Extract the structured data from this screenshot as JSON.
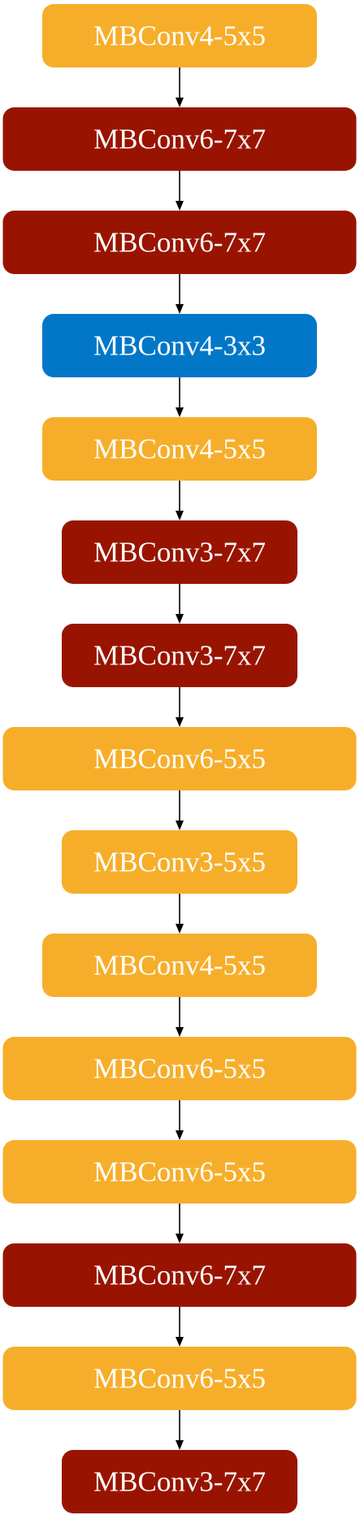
{
  "diagram": {
    "type": "flowchart",
    "colors": {
      "red": "#991400",
      "yellow": "#f6ae2a",
      "blue": "#0277c8",
      "edge": "#000000",
      "text": "#ffffff"
    },
    "nodes": [
      {
        "id": "n1",
        "label": "MBConv4-5x5",
        "color": "yellow"
      },
      {
        "id": "n2",
        "label": "MBConv6-7x7",
        "color": "red"
      },
      {
        "id": "n3",
        "label": "MBConv6-7x7",
        "color": "red"
      },
      {
        "id": "n4",
        "label": "MBConv4-3x3",
        "color": "blue"
      },
      {
        "id": "n5",
        "label": "MBConv4-5x5",
        "color": "yellow"
      },
      {
        "id": "n6",
        "label": "MBConv3-7x7",
        "color": "red"
      },
      {
        "id": "n7",
        "label": "MBConv3-7x7",
        "color": "red"
      },
      {
        "id": "n8",
        "label": "MBConv6-5x5",
        "color": "yellow"
      },
      {
        "id": "n9",
        "label": "MBConv3-5x5",
        "color": "yellow"
      },
      {
        "id": "n10",
        "label": "MBConv4-5x5",
        "color": "yellow"
      },
      {
        "id": "n11",
        "label": "MBConv6-5x5",
        "color": "yellow"
      },
      {
        "id": "n12",
        "label": "MBConv6-5x5",
        "color": "yellow"
      },
      {
        "id": "n13",
        "label": "MBConv6-7x7",
        "color": "red"
      },
      {
        "id": "n14",
        "label": "MBConv6-5x5",
        "color": "yellow"
      },
      {
        "id": "n15",
        "label": "MBConv3-7x7",
        "color": "red"
      }
    ],
    "edges": [
      {
        "from": "n1",
        "to": "n2"
      },
      {
        "from": "n2",
        "to": "n3"
      },
      {
        "from": "n3",
        "to": "n4"
      },
      {
        "from": "n4",
        "to": "n5"
      },
      {
        "from": "n5",
        "to": "n6"
      },
      {
        "from": "n6",
        "to": "n7"
      },
      {
        "from": "n7",
        "to": "n8"
      },
      {
        "from": "n8",
        "to": "n9"
      },
      {
        "from": "n9",
        "to": "n10"
      },
      {
        "from": "n10",
        "to": "n11"
      },
      {
        "from": "n11",
        "to": "n12"
      },
      {
        "from": "n12",
        "to": "n13"
      },
      {
        "from": "n13",
        "to": "n14"
      },
      {
        "from": "n14",
        "to": "n15"
      }
    ]
  }
}
